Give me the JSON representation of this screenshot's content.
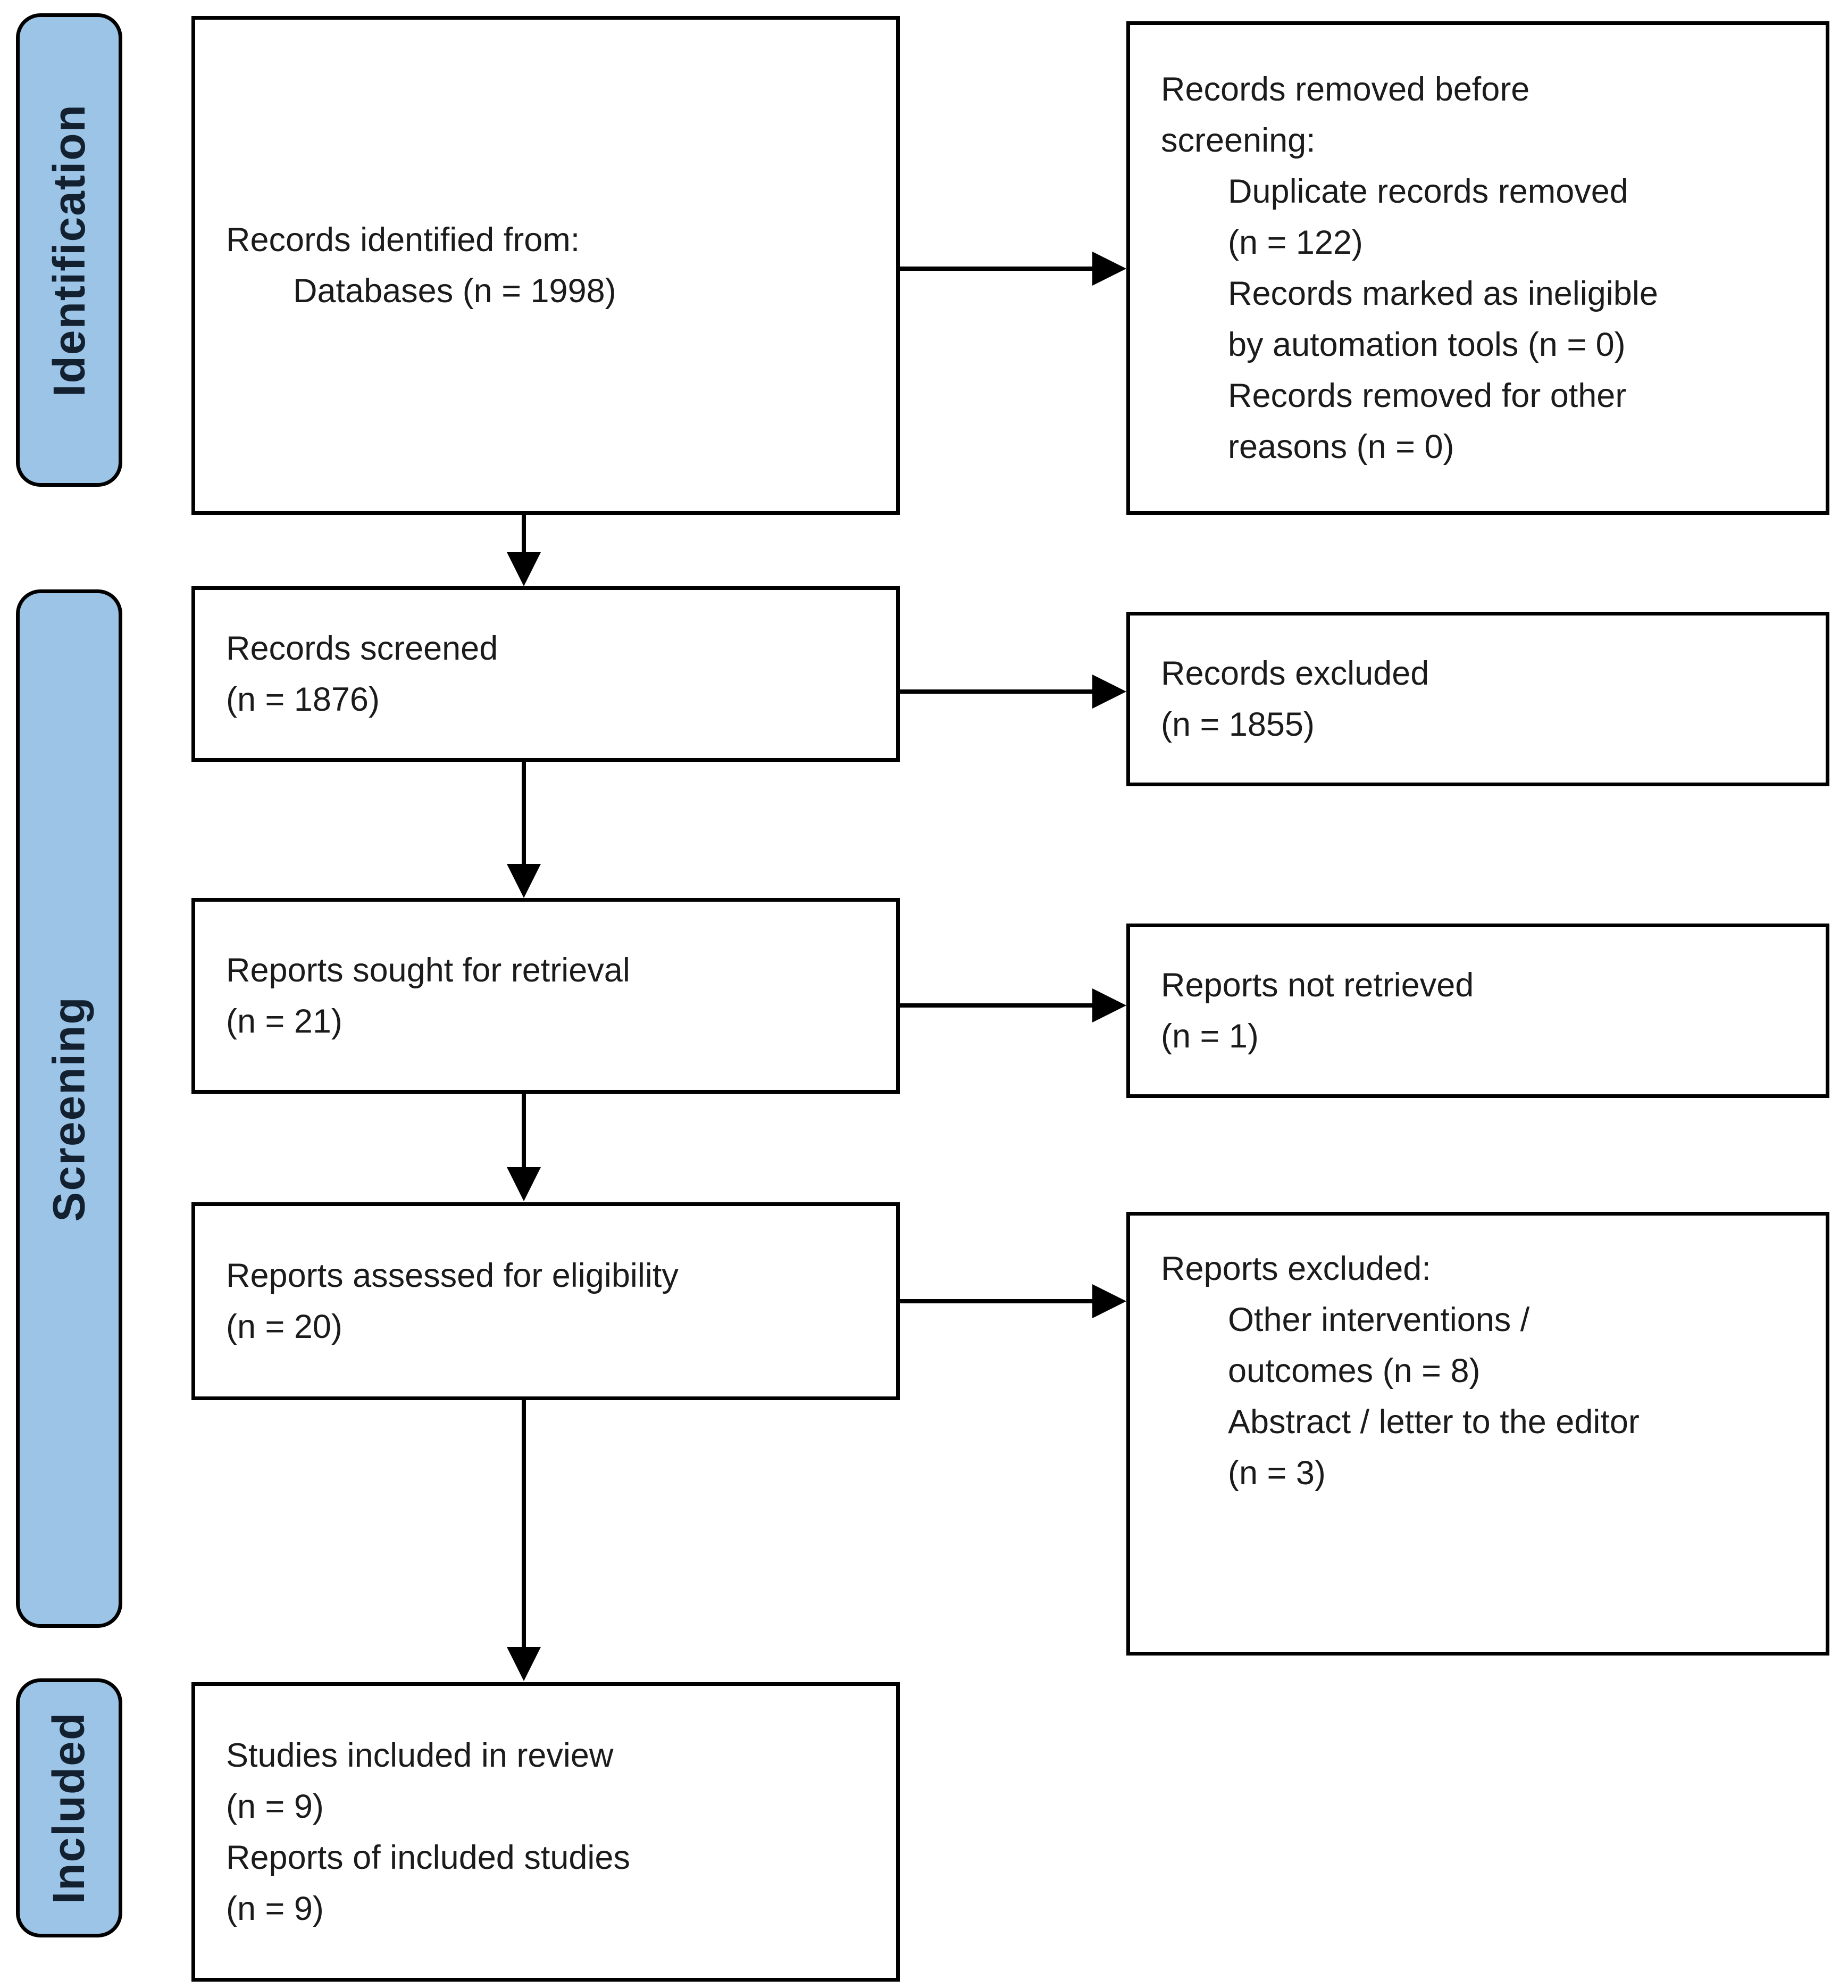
{
  "stages": [
    {
      "id": "identification",
      "label": "Identification"
    },
    {
      "id": "screening",
      "label": "Screening"
    },
    {
      "id": "included",
      "label": "Included"
    }
  ],
  "boxes": {
    "identified": {
      "lines": [
        {
          "t": "Records identified from:"
        },
        {
          "t": "Databases (n = 1998)",
          "ind": true
        }
      ]
    },
    "removed": {
      "lines": [
        {
          "t": "Records removed before"
        },
        {
          "t": "screening:"
        },
        {
          "t": "Duplicate records removed",
          "ind": true
        },
        {
          "t": "(n = 122)",
          "ind": true
        },
        {
          "t": "Records marked as ineligible",
          "ind": true
        },
        {
          "t": "by automation tools (n = 0)",
          "ind": true
        },
        {
          "t": "Records removed for other",
          "ind": true
        },
        {
          "t": "reasons (n = 0)",
          "ind": true
        }
      ]
    },
    "screened": {
      "lines": [
        {
          "t": "Records screened"
        },
        {
          "t": "(n = 1876)"
        }
      ]
    },
    "excluded": {
      "lines": [
        {
          "t": "Records excluded"
        },
        {
          "t": "(n = 1855)"
        }
      ]
    },
    "sought": {
      "lines": [
        {
          "t": "Reports sought for retrieval"
        },
        {
          "t": "(n = 21)"
        }
      ]
    },
    "not_retrieved": {
      "lines": [
        {
          "t": "Reports not retrieved"
        },
        {
          "t": "(n = 1)"
        }
      ]
    },
    "assessed": {
      "lines": [
        {
          "t": "Reports assessed for eligibility"
        },
        {
          "t": "(n = 20)"
        }
      ]
    },
    "reports_excluded": {
      "lines": [
        {
          "t": "Reports excluded:"
        },
        {
          "t": "Other interventions /",
          "ind": true
        },
        {
          "t": "outcomes (n = 8)",
          "ind": true
        },
        {
          "t": "Abstract / letter to the editor",
          "ind": true
        },
        {
          "t": "(n = 3)",
          "ind": true
        }
      ]
    },
    "included_studies": {
      "lines": [
        {
          "t": "Studies included in review"
        },
        {
          "t": "(n = 9)"
        },
        {
          "t": "Reports of included studies"
        },
        {
          "t": "(n = 9)"
        }
      ]
    }
  },
  "colors": {
    "stage_fill": "#9CC4E6",
    "stage_border": "#000000",
    "stage_text": "#122030",
    "box_border": "#000000",
    "box_text": "#1B1B1B",
    "arrow": "#000000",
    "background": "#FFFFFF"
  }
}
